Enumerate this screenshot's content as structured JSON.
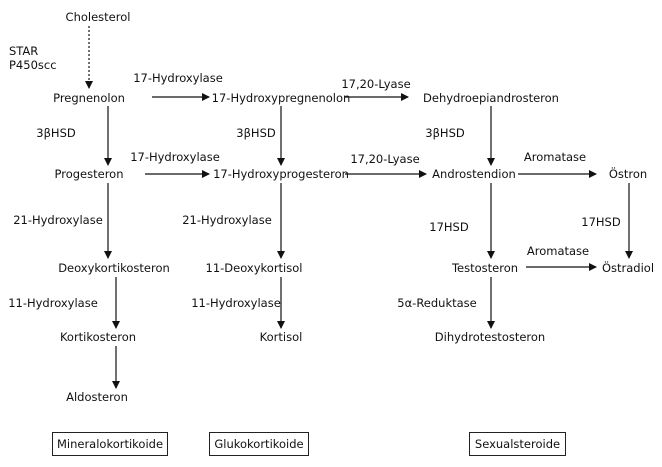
{
  "nodes": {
    "cholesterol": "Cholesterol",
    "pregnenolon": "Pregnenolon",
    "hydroxypregnenolon": "17-Hydroxypregnenolon",
    "dhea": "Dehydroepiandrosteron",
    "progesteron": "Progesteron",
    "hydroxyprogesteron": "17-Hydroxyprogesteron",
    "androstendion": "Androstendion",
    "oestron": "Östron",
    "deoxykortikosteron": "Deoxykortikosteron",
    "deoxykortisol": "11-Deoxykortisol",
    "testosteron": "Testosteron",
    "oestradiol": "Östradiol",
    "kortikosteron": "Kortikosteron",
    "kortisol": "Kortisol",
    "dihydrotestosteron": "Dihydrotestosteron",
    "aldosteron": "Aldosteron"
  },
  "enzymes": {
    "star": "STAR",
    "p450scc": "P450scc",
    "hydroxylase17_top": "17-Hydroxylase",
    "lyase_top": "17,20-Lyase",
    "hsd3b_1": "3βHSD",
    "hsd3b_2": "3βHSD",
    "hsd3b_3": "3βHSD",
    "hydroxylase17_mid": "17-Hydroxylase",
    "lyase_mid": "17,20-Lyase",
    "aromatase_1": "Aromatase",
    "hydroxylase21_1": "21-Hydroxylase",
    "hydroxylase21_2": "21-Hydroxylase",
    "hsd17_1": "17HSD",
    "hsd17_2": "17HSD",
    "aromatase_2": "Aromatase",
    "hydroxylase11_1": "11-Hydroxylase",
    "hydroxylase11_2": "11-Hydroxylase",
    "reduktase5a": "5α-Reduktase"
  },
  "groups": {
    "mineralo": "Mineralokortikoide",
    "gluko": "Glukokortikoide",
    "sexual": "Sexualsteroide"
  }
}
